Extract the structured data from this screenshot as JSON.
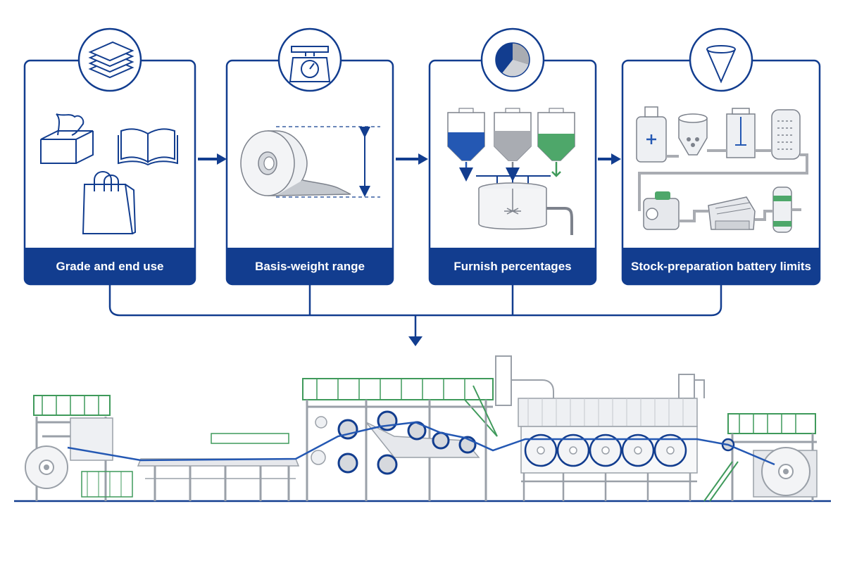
{
  "colors": {
    "primary": "#123d8f",
    "accent_blue": "#2458b3",
    "gray": "#a9acb2",
    "light_gray": "#e6e8ec",
    "green": "#3f9a5b",
    "background": "#ffffff"
  },
  "cards": [
    {
      "label": "Grade and end use",
      "badge_icon": "paper-stack-icon",
      "icons": [
        "tissue-box-icon",
        "open-book-icon",
        "shopping-bag-icon"
      ]
    },
    {
      "label": "Basis-weight range",
      "badge_icon": "weighing-scale-icon",
      "icons": [
        "paper-roll-icon",
        "thickness-dimension-icon"
      ]
    },
    {
      "label": "Furnish percentages",
      "badge_icon": "pie-chart-icon",
      "icons": [
        "blue-stock-hopper-icon",
        "gray-stock-hopper-icon",
        "green-stock-hopper-icon",
        "mixing-tank-icon"
      ]
    },
    {
      "label": "Stock-preparation battery limits",
      "badge_icon": "funnel-icon",
      "icons": [
        "pulper-icon",
        "cleaner-tank-icon",
        "agitated-chest-icon",
        "screen-icon",
        "refiner-icon",
        "deflaker-icon",
        "cyclone-cleaner-icon"
      ]
    }
  ],
  "machine": {
    "sections": [
      "unwind-roll",
      "wire-forming-table",
      "press-section",
      "dryer-section",
      "reel-winder"
    ],
    "dryer_cylinder_count": 5
  }
}
